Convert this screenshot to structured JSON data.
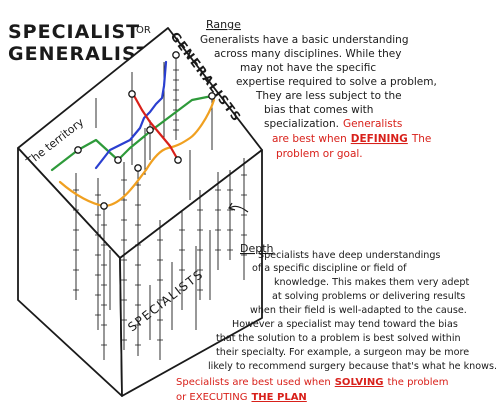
{
  "title": {
    "line1": "SPECIALIST",
    "or": "OR",
    "line2": "GENERALIST ?"
  },
  "diagram": {
    "top_label": "GENERALISTS",
    "left_label": "The territory",
    "front_label": "SPECIALISTS"
  },
  "range": {
    "heading": "Range",
    "lines": [
      "Generalists have a basic understanding",
      "across many disciplines. While they",
      "may not have the specific",
      "expertise required to solve a problem,",
      "They are less subject to the",
      "bias that comes with",
      "specialization."
    ],
    "red_line1_start": "Generalists",
    "red_line2_start": "are best when",
    "red_line2_emph": "DEFINING",
    "red_line2_end": "The",
    "red_line3": "problem or goal."
  },
  "depth": {
    "heading": "Depth",
    "lines": [
      "Specialists have deep understandings",
      "of a specific discipline or field of",
      "knowledge. This makes them very adept",
      "at solving problems or delivering results",
      "when their field is well-adapted to the cause.",
      "However a specialist may tend toward the bias",
      "that the solution to a problem is best solved within",
      "their specialty. For example, a surgeon may be more",
      "likely to recommend surgery because that's what he knows."
    ],
    "red_line1_start": "Specialists are best used when",
    "red_line1_emph": "SOLVING",
    "red_line1_end": "the problem",
    "red_line2_start": "or EXECUTING",
    "red_line2_emph": "THE PLAN"
  },
  "colors": {
    "ink": "#1a1a1a",
    "red_text": "#d8201a",
    "green_line": "#2e9a3a",
    "orange_line": "#f0a020",
    "blue_line": "#2a3fd0",
    "red_line": "#d8201a"
  }
}
